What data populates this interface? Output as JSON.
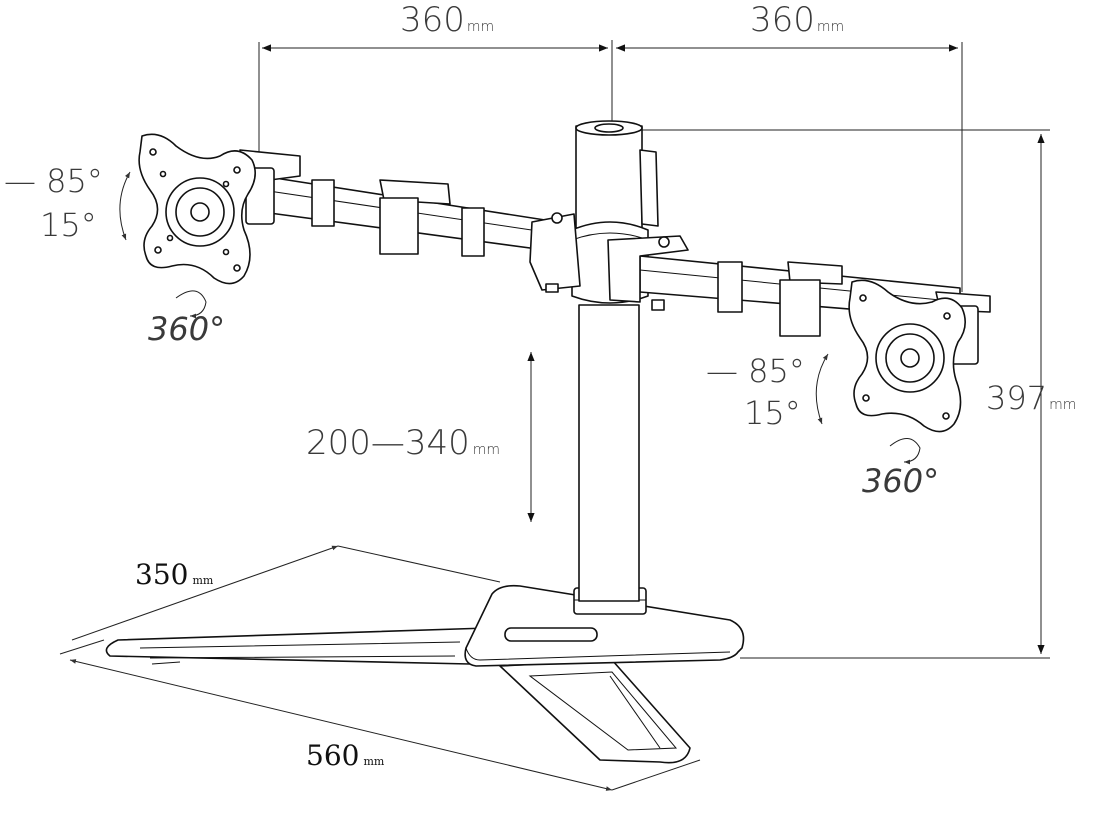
{
  "dimensions": {
    "arm_left": {
      "value": "360",
      "unit": "mm"
    },
    "arm_right": {
      "value": "360",
      "unit": "mm"
    },
    "pole_height": {
      "value": "397",
      "unit": "mm"
    },
    "height_adjust": {
      "value": "200—340",
      "unit": "mm"
    },
    "base_depth": {
      "value": "350",
      "unit": "mm"
    },
    "base_width": {
      "value": "560",
      "unit": "mm"
    }
  },
  "tilt_left": {
    "up": "— 85°",
    "down": "15°",
    "rotate": "360°"
  },
  "tilt_right": {
    "up": "— 85°",
    "down": "15°",
    "rotate": "360°"
  }
}
